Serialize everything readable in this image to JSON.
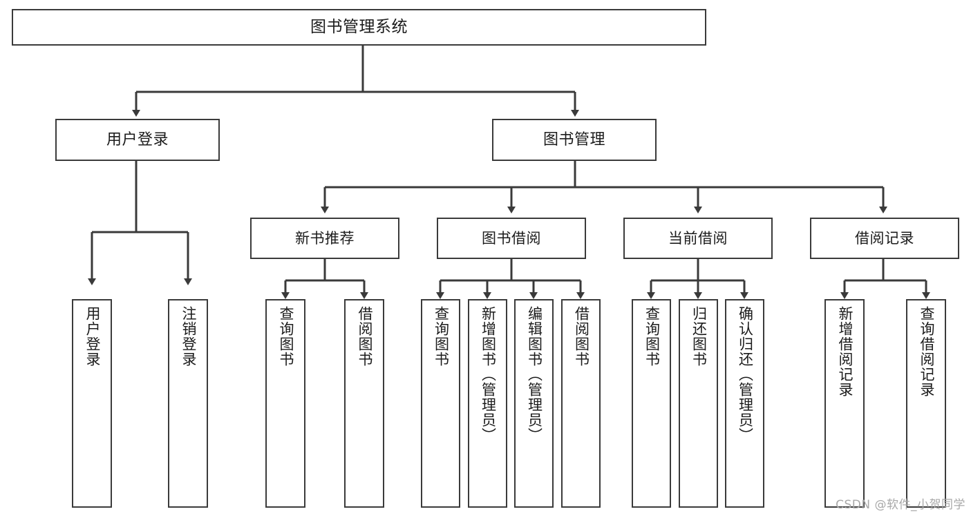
{
  "diagram": {
    "title": "图书管理系统",
    "type": "tree",
    "watermark": "CSDN @软件_小贺同学",
    "line_color": "#3a3a3a",
    "box_fill": "#ffffff",
    "text_color": "#1b1b1b",
    "root": {
      "label": "图书管理系统"
    },
    "level1": [
      {
        "label": "用户登录"
      },
      {
        "label": "图书管理"
      }
    ],
    "level2": [
      {
        "label": "新书推荐"
      },
      {
        "label": "图书借阅"
      },
      {
        "label": "当前借阅"
      },
      {
        "label": "借阅记录"
      }
    ],
    "leaves": {
      "user_login": [
        {
          "label": "用户登录"
        },
        {
          "label": "注销登录"
        }
      ],
      "new_book_recommend": [
        {
          "label": "查询图书"
        },
        {
          "label": "借阅图书"
        }
      ],
      "book_borrow": [
        {
          "label": "查询图书"
        },
        {
          "label": "新增图书（管理员）"
        },
        {
          "label": "编辑图书（管理员）"
        },
        {
          "label": "借阅图书"
        }
      ],
      "current_borrow": [
        {
          "label": "查询图书"
        },
        {
          "label": "归还图书"
        },
        {
          "label": "确认归还（管理员）"
        }
      ],
      "borrow_record": [
        {
          "label": "新增借阅记录"
        },
        {
          "label": "查询借阅记录"
        }
      ]
    }
  }
}
